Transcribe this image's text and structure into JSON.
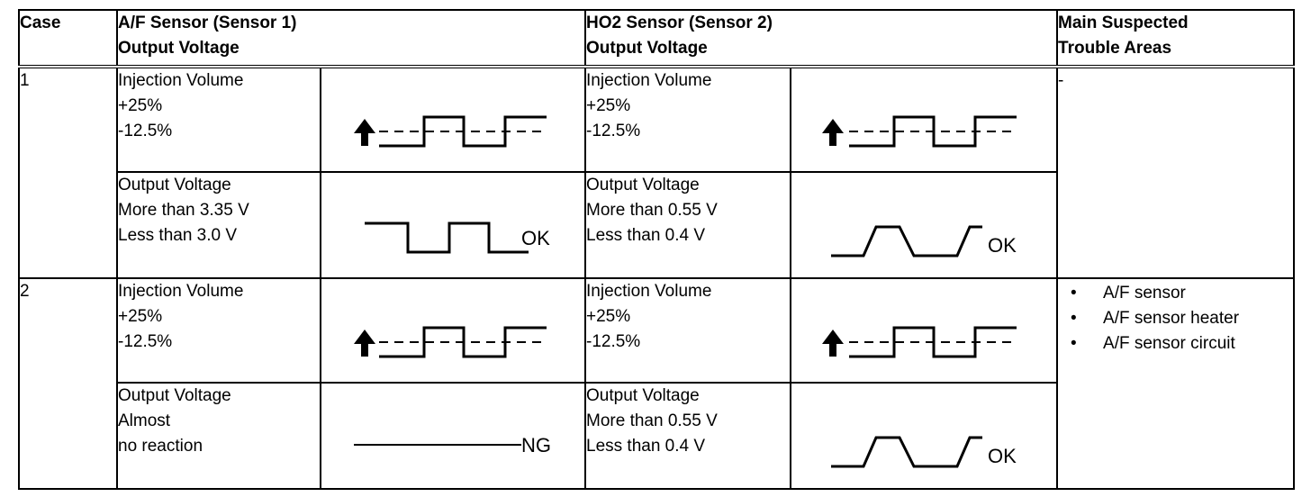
{
  "header": {
    "case": "Case",
    "af_line1": "A/F Sensor (Sensor 1)",
    "af_line2": "Output Voltage",
    "ho2_line1": "HO2 Sensor (Sensor 2)",
    "ho2_line2": "Output Voltage",
    "areas_line1": "Main Suspected",
    "areas_line2": "Trouble Areas"
  },
  "cases": [
    {
      "number": "1",
      "af_injection": [
        "Injection Volume",
        "+25%",
        "-12.5%"
      ],
      "af_output": [
        "Output Voltage",
        "More than 3.35 V",
        "Less than 3.0 V"
      ],
      "af_result": "OK",
      "ho2_injection": [
        "Injection Volume",
        "+25%",
        "-12.5%"
      ],
      "ho2_output": [
        "Output Voltage",
        "More than 0.55 V",
        "Less than 0.4 V"
      ],
      "ho2_result": "OK",
      "areas_text": "-",
      "areas": []
    },
    {
      "number": "2",
      "af_injection": [
        "Injection Volume",
        "+25%",
        "-12.5%"
      ],
      "af_output": [
        "Output Voltage",
        "Almost",
        "no reaction"
      ],
      "af_result": "NG",
      "ho2_injection": [
        "Injection Volume",
        "+25%",
        "-12.5%"
      ],
      "ho2_output": [
        "Output Voltage",
        "More than 0.55 V",
        "Less than 0.4 V"
      ],
      "ho2_result": "OK",
      "areas_text": "",
      "areas": [
        "A/F sensor",
        "A/F sensor heater",
        "A/F sensor circuit"
      ]
    }
  ],
  "bullet_glyph": "•"
}
